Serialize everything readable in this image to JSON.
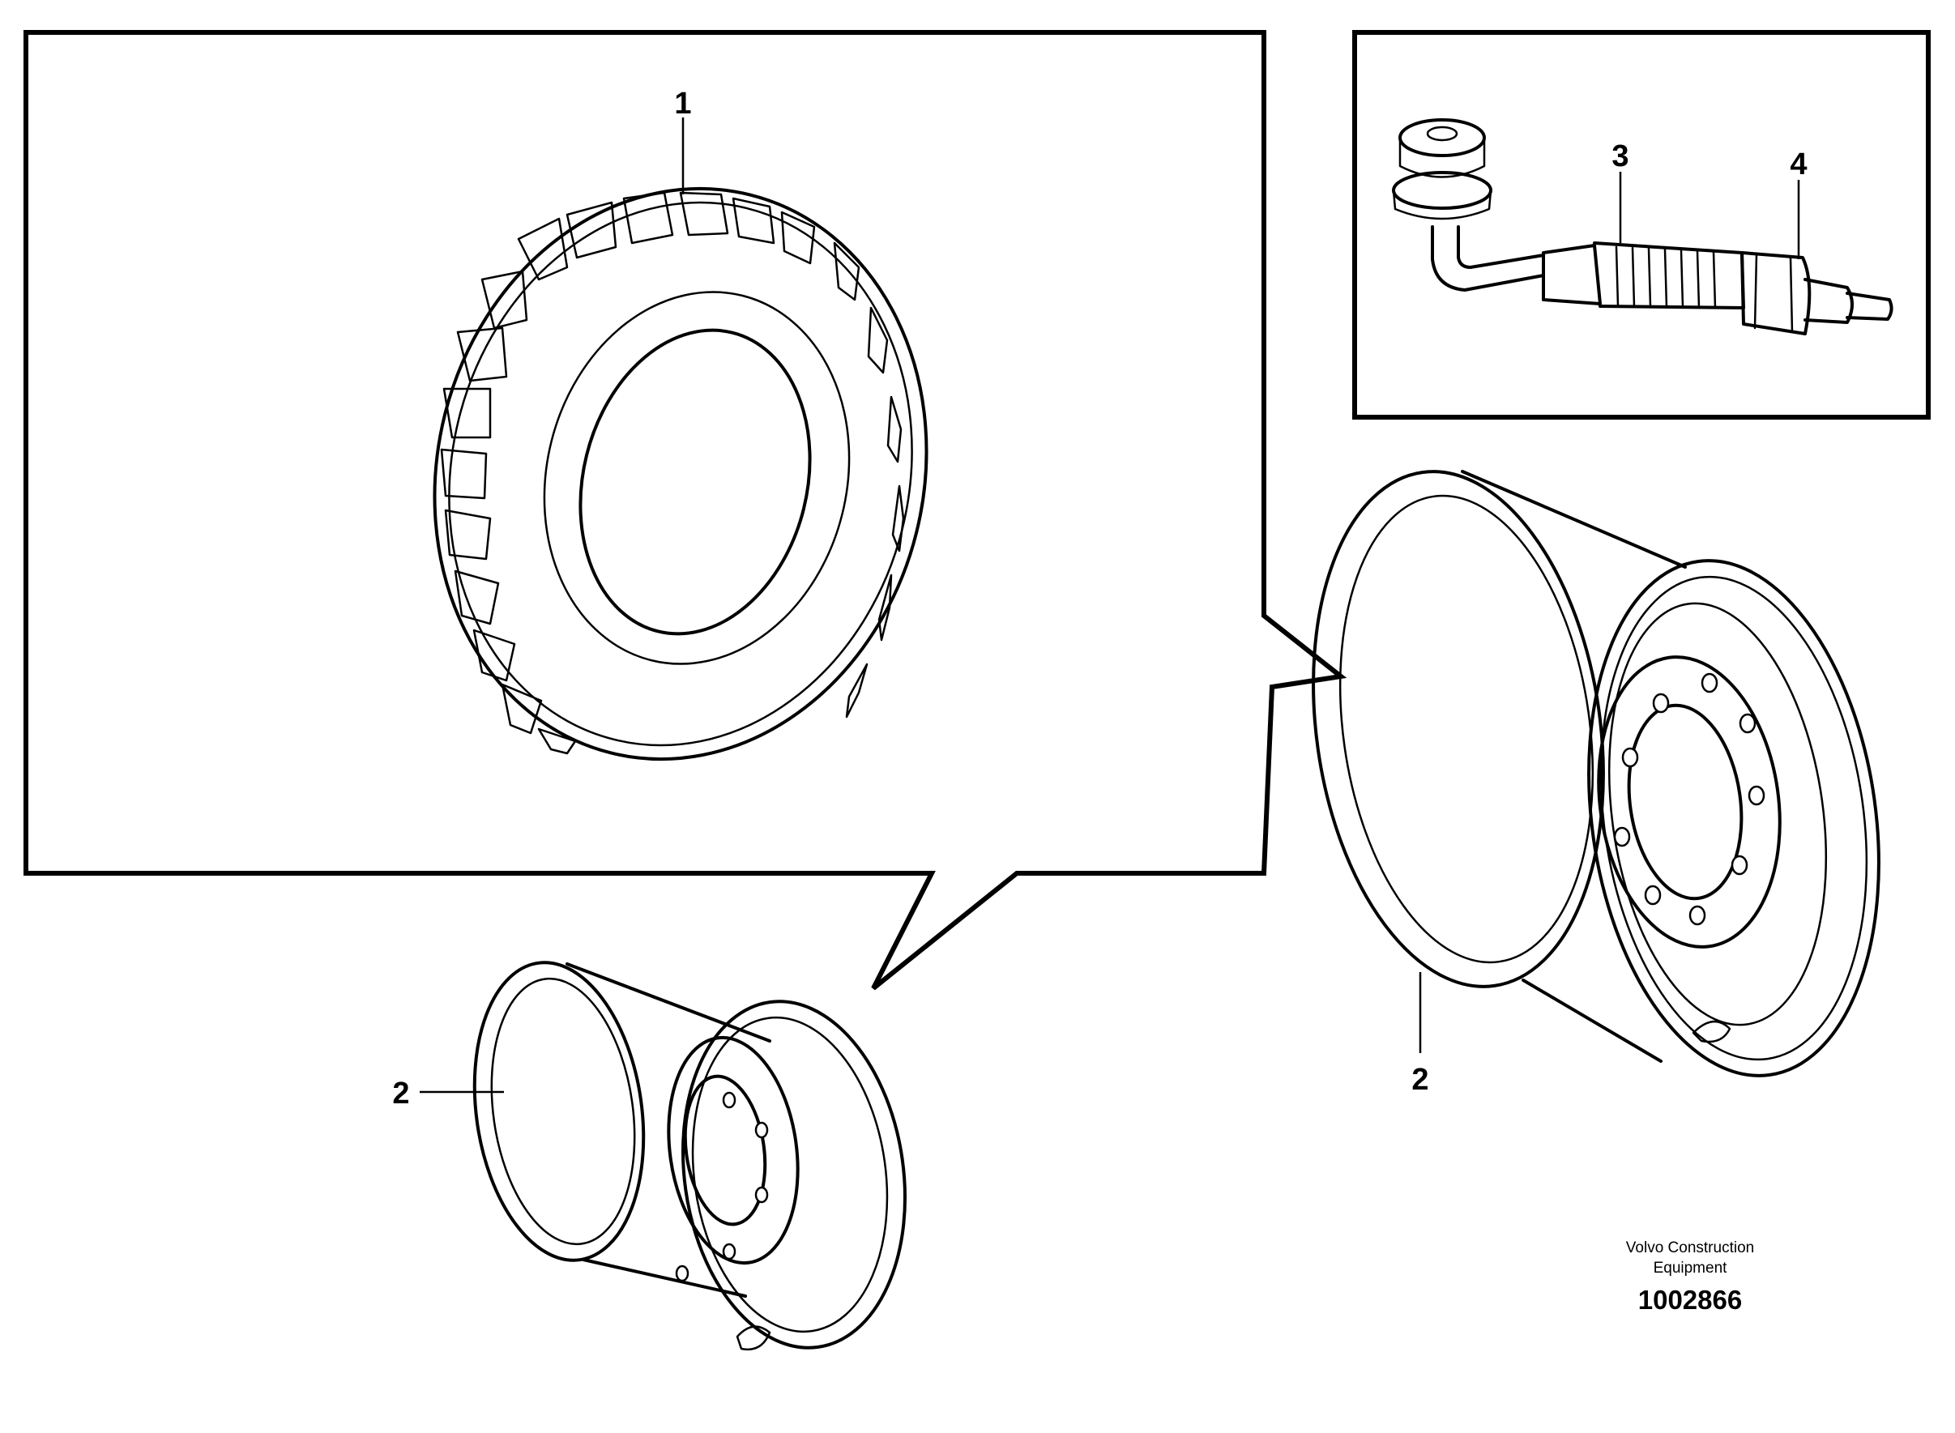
{
  "callouts": {
    "tire": "1",
    "rim_small": "2",
    "rim_large": "2",
    "valve_body": "3",
    "valve_cap": "4"
  },
  "caption": {
    "company_line1": "Volvo Construction",
    "company_line2": "Equipment",
    "drawing_number": "1002866"
  },
  "parts": [
    {
      "id": "1",
      "name": "tire",
      "icon": "tire-icon"
    },
    {
      "id": "2",
      "name": "rim",
      "icon": "rim-icon"
    },
    {
      "id": "3",
      "name": "valve",
      "icon": "valve-icon"
    },
    {
      "id": "4",
      "name": "valve cap",
      "icon": "valve-cap-icon"
    }
  ]
}
